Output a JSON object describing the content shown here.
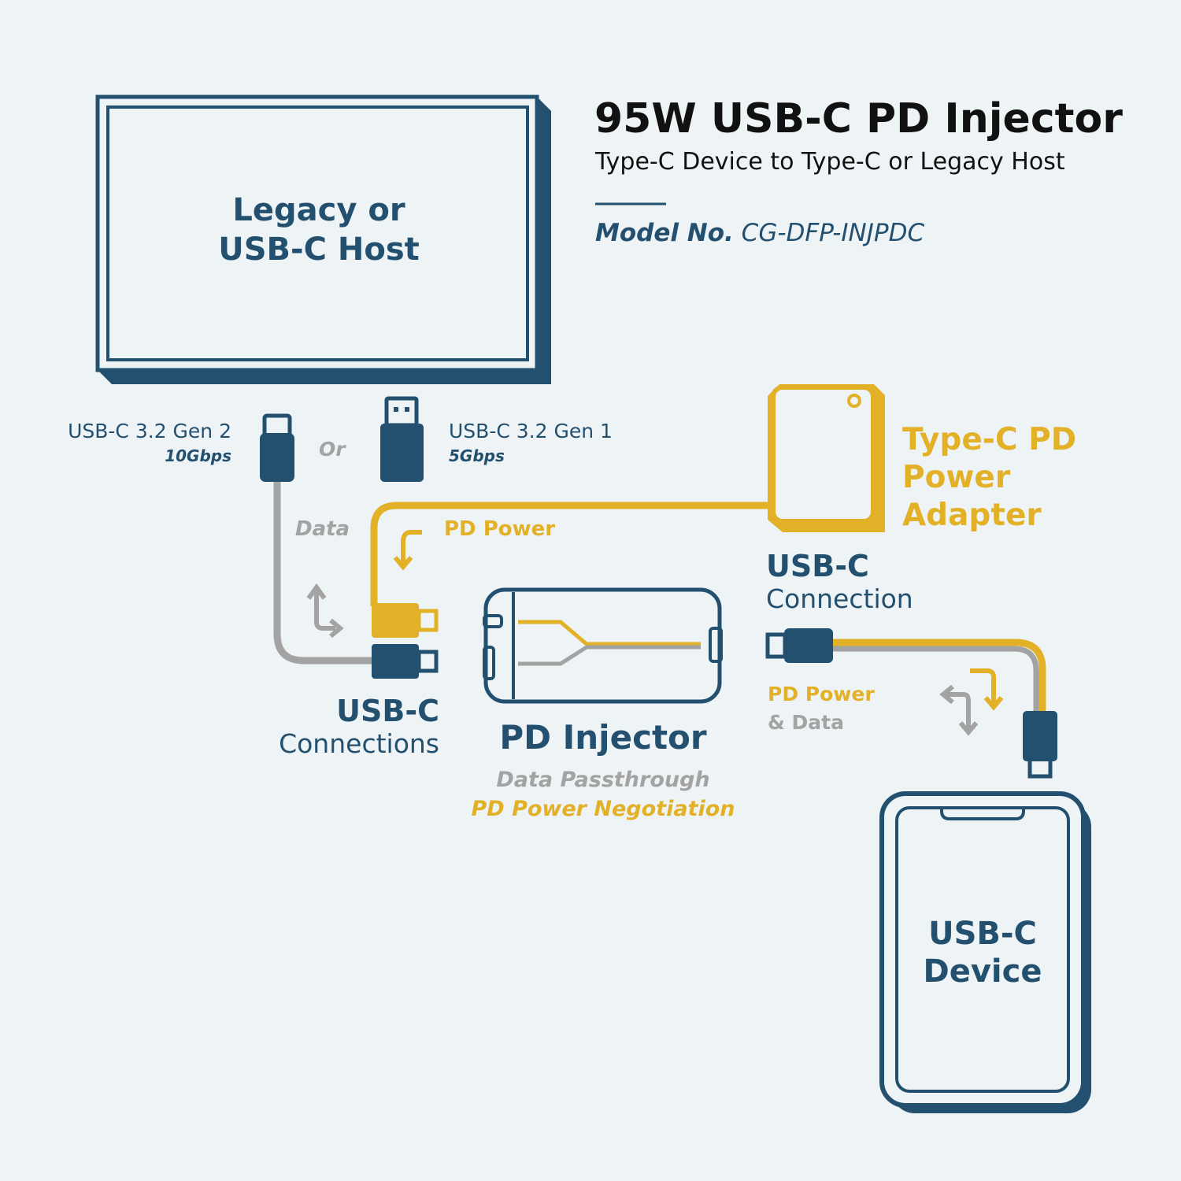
{
  "header": {
    "title": "95W USB-C PD Injector",
    "subtitle": "Type-C Device to Type-C or Legacy Host",
    "model_label": "Model No.",
    "model_number": "CG-DFP-INJPDC"
  },
  "host": {
    "line1": "Legacy or",
    "line2": "USB-C Host"
  },
  "host_ports": {
    "gen2_label": "USB-C 3.2 Gen 2",
    "gen2_speed": "10Gbps",
    "or_label": "Or",
    "gen1_label": "USB-C 3.2 Gen 1",
    "gen1_speed": "5Gbps"
  },
  "adapter": {
    "line1": "Type-C PD",
    "line2": "Power",
    "line3": "Adapter"
  },
  "flows": {
    "data_label": "Data",
    "pd_power_label": "PD Power",
    "pd_power_data_line1": "PD Power",
    "pd_power_data_line2": "& Data"
  },
  "left_connections": {
    "line1": "USB-C",
    "line2": "Connections"
  },
  "right_connection": {
    "line1": "USB-C",
    "line2": "Connection"
  },
  "injector": {
    "title": "PD Injector",
    "feature1": "Data Passthrough",
    "feature2": "PD Power Negotiation"
  },
  "device": {
    "line1": "USB-C",
    "line2": "Device"
  },
  "colors": {
    "navy": "#23506f",
    "gold": "#e3b128",
    "grey": "#a3a3a3",
    "background": "#eef3f6"
  }
}
